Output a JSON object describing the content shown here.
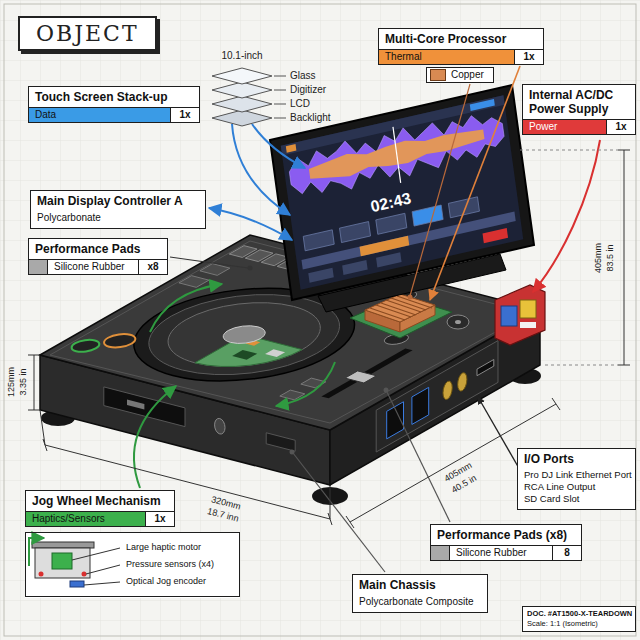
{
  "diagram": {
    "title": "OBJECT",
    "nodes": [
      {
        "text": [
          "Multi-Core Processor",
          "Thermal",
          "1x"
        ]
      },
      {
        "text": [
          "Copper"
        ]
      },
      {
        "text": [
          "Touch Screen Stack-up",
          "Data",
          "1x"
        ]
      },
      {
        "text": [
          "Internal AC/DC Power Supply",
          "Power",
          "1x"
        ]
      },
      {
        "text": [
          "Main Display Controller A",
          "Polycarbonate"
        ]
      },
      {
        "text": [
          "Performance Pads",
          "Silicone Rubber",
          "x8"
        ]
      },
      {
        "text": [
          "I/O Ports",
          "Pro DJ Link Ethernet Port",
          "RCA Line Output",
          "SD Card Slot"
        ]
      },
      {
        "text": [
          "Jog Wheel Mechanism",
          "Haptics/Sensors",
          "1x"
        ]
      },
      {
        "text": [
          "Large haptic motor",
          "Pressure sensors (x4)",
          "Optical Jog encoder"
        ]
      },
      {
        "text": [
          "Performance Pads (x8)",
          "Silicone Rubber",
          "8"
        ]
      },
      {
        "text": [
          "Main Chassis",
          "Polycarbonate Composite"
        ]
      },
      {
        "text": [
          "DOC. #AT1500-X-TEARDOWN",
          "Scale: 1:1 (Isometric)"
        ]
      }
    ],
    "labels": [
      "10.1-inch",
      "Glass",
      "Digitizer",
      "LCD",
      "Backlight",
      "02:43",
      "125mm",
      "3.35 in",
      "320mm",
      "18.7 inn",
      "405mm",
      "40.5 in",
      "405mm",
      "83.5 in"
    ]
  }
}
